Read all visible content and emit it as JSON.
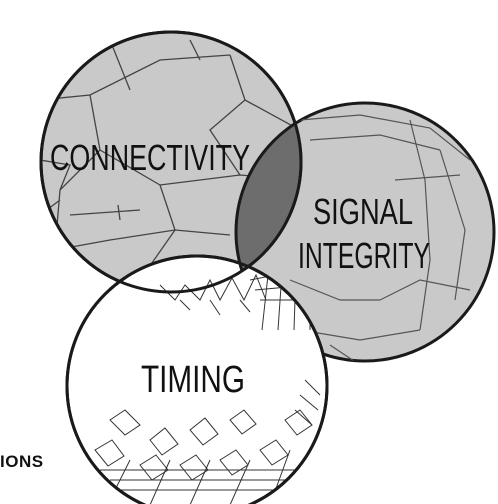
{
  "diagram": {
    "circles": [
      {
        "id": "connectivity",
        "label": "CONNECTIVITY",
        "fill": "#c9c9c9"
      },
      {
        "id": "signal-integrity",
        "label_lines": [
          "SIGNAL",
          "INTEGRITY"
        ],
        "fill": "#c9c9c9"
      },
      {
        "id": "timing",
        "label": "TIMING",
        "fill": "#ffffff"
      }
    ],
    "overlap_fill": "#6d6d6d",
    "outline_color": "#1a1a1a"
  },
  "footer_text": "IONS"
}
